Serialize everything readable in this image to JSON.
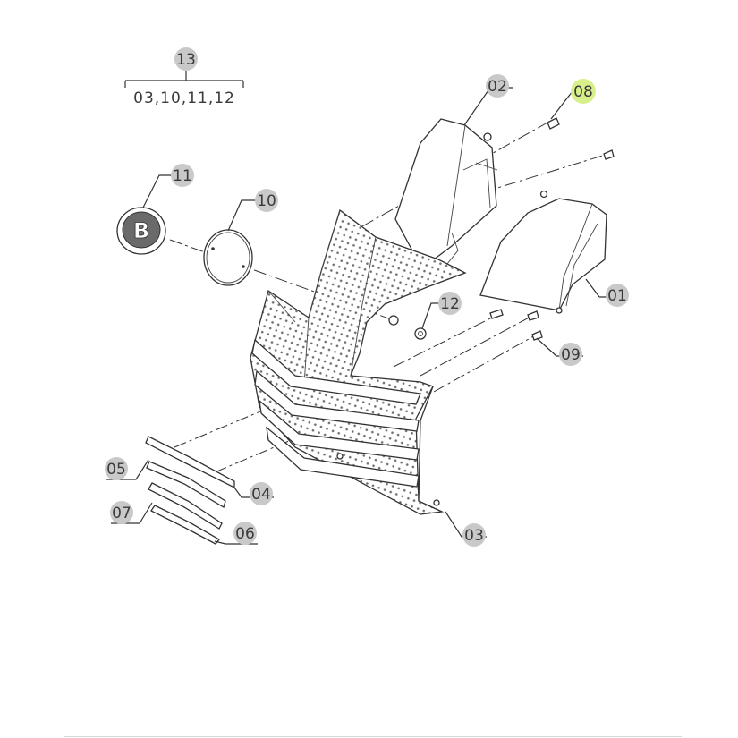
{
  "diagram": {
    "group_callout": {
      "number": "13",
      "members": "03,10,11,12"
    },
    "callouts": [
      {
        "id": "c01",
        "label": "01"
      },
      {
        "id": "c02",
        "label": "02"
      },
      {
        "id": "c03",
        "label": "03"
      },
      {
        "id": "c04",
        "label": "04"
      },
      {
        "id": "c05",
        "label": "05"
      },
      {
        "id": "c06",
        "label": "06"
      },
      {
        "id": "c07",
        "label": "07"
      },
      {
        "id": "c08",
        "label": "08",
        "highlighted": true
      },
      {
        "id": "c09",
        "label": "09"
      },
      {
        "id": "c10",
        "label": "10"
      },
      {
        "id": "c11",
        "label": "11"
      },
      {
        "id": "c12",
        "label": "12"
      }
    ],
    "badge": {
      "letter": "B"
    },
    "colors": {
      "highlight": "#d7f08a",
      "bubble": "#c9c9c9",
      "line": "#333333"
    }
  }
}
